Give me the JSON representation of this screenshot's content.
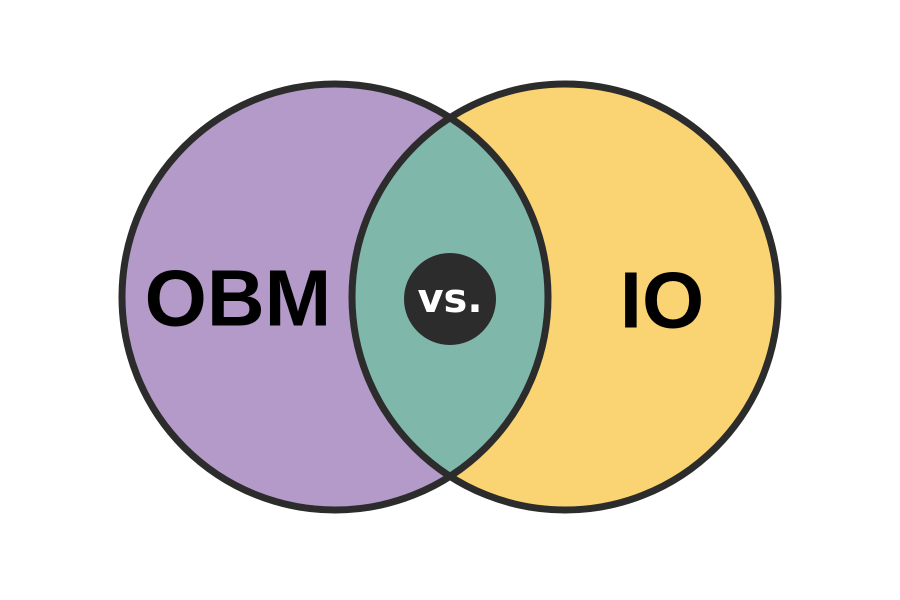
{
  "diagram": {
    "left_set": {
      "label": "OBM",
      "color": "#b39ac8"
    },
    "right_set": {
      "label": "IO",
      "color": "#fad473"
    },
    "overlap": {
      "color": "#80b7ab"
    },
    "center_badge": {
      "label": "vs.",
      "color": "#2c2c2c"
    },
    "outline_color": "#2c2c2c"
  }
}
